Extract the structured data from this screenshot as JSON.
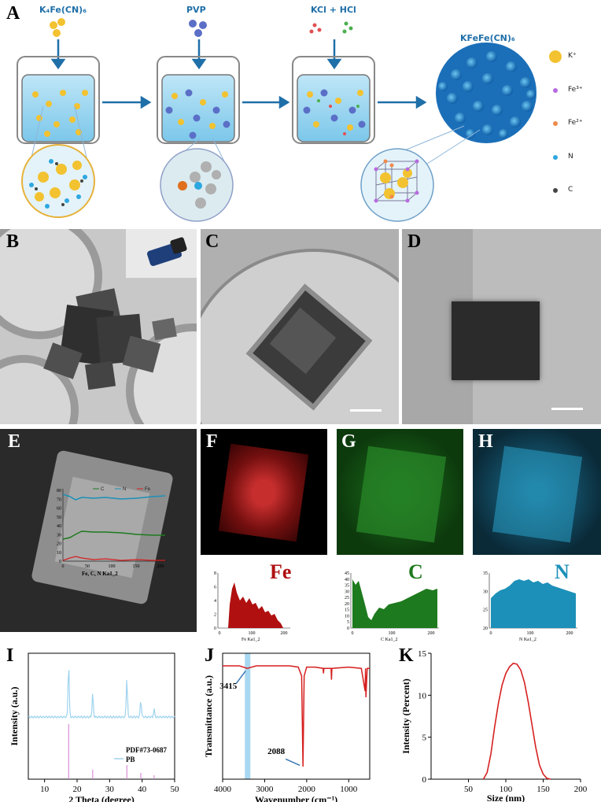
{
  "panels": {
    "A": "A",
    "B": "B",
    "C": "C",
    "D": "D",
    "E": "E",
    "F": "F",
    "G": "G",
    "H": "H",
    "I": "I",
    "J": "J",
    "K": "K"
  },
  "scheme": {
    "reagent1": "K₄Fe(CN)₆",
    "reagent2": "PVP",
    "reagent3": "KCl + HCl",
    "product": "KFeFe(CN)₆",
    "legend": [
      {
        "label": "K⁺",
        "color": "#f2c230"
      },
      {
        "label": "Fe³⁺",
        "color": "#b76be0"
      },
      {
        "label": "Fe²⁺",
        "color": "#f08a4b"
      },
      {
        "label": "N",
        "color": "#2ea7e0"
      },
      {
        "label": "C",
        "color": "#444444"
      }
    ]
  },
  "panel_E": {
    "legend": [
      "C",
      "N",
      "Fe"
    ],
    "xlabel": "Fe, C, N Ka1_2",
    "yticks": [
      "80",
      "70",
      "60",
      "50",
      "40",
      "30",
      "20",
      "10",
      "0"
    ],
    "xticks": [
      "0",
      "50",
      "100",
      "150",
      "200"
    ]
  },
  "eds": {
    "F": {
      "element": "Fe",
      "color": "#b01010",
      "xlabel": "Fe Ka1_2",
      "yticks": [
        "8",
        "6",
        "4",
        "2",
        "0"
      ],
      "xticks": [
        "0",
        "100",
        "200"
      ]
    },
    "G": {
      "element": "C",
      "color": "#1e7a1e",
      "xlabel": "C Ka1_2",
      "yticks": [
        "45",
        "40",
        "35",
        "30",
        "25",
        "20",
        "15",
        "10",
        "5",
        "0"
      ],
      "xticks": [
        "0",
        "100",
        "200"
      ]
    },
    "H": {
      "element": "N",
      "color": "#1c90b8",
      "xlabel": "N Ka1_2",
      "yticks": [
        "35",
        "30",
        "25",
        "20"
      ],
      "xticks": [
        "0",
        "100",
        "200"
      ]
    }
  },
  "chart_data": [
    {
      "type": "line",
      "panel": "I",
      "xlabel": "2 Theta (degree)",
      "ylabel": "Intensity (a.u.)",
      "xlim": [
        5,
        50
      ],
      "xticks": [
        10,
        20,
        30,
        40,
        50
      ],
      "series": [
        {
          "name": "PB",
          "color": "#9ed3ee",
          "peaks": [
            17.4,
            24.8,
            35.3,
            39.6,
            43.7
          ]
        },
        {
          "name": "PDF#73-0687",
          "color": "#d27ad2",
          "peaks": [
            17.4,
            24.8,
            35.3,
            39.6,
            43.7
          ]
        }
      ]
    },
    {
      "type": "line",
      "panel": "J",
      "xlabel": "Wavenumber (cm⁻¹)",
      "ylabel": "Transmittance (a.u.)",
      "xlim": [
        4000,
        500
      ],
      "xticks": [
        4000,
        3000,
        2000,
        1000
      ],
      "annotations": [
        {
          "text": "3415",
          "x": 3415
        },
        {
          "text": "2088",
          "x": 2088
        }
      ],
      "series": [
        {
          "color": "#d62020",
          "x": [
            4000,
            3600,
            3415,
            3200,
            2400,
            2200,
            2120,
            2088,
            2060,
            2000,
            1800,
            1610,
            1600,
            1590,
            1420,
            1410,
            1400,
            1000,
            700,
            610,
            600,
            590,
            560,
            500
          ],
          "y": [
            0.9,
            0.9,
            0.88,
            0.9,
            0.9,
            0.89,
            0.82,
            0.1,
            0.82,
            0.89,
            0.89,
            0.88,
            0.84,
            0.88,
            0.88,
            0.79,
            0.88,
            0.89,
            0.88,
            0.7,
            0.88,
            0.65,
            0.88,
            0.88
          ]
        }
      ]
    },
    {
      "type": "line",
      "panel": "K",
      "xlabel": "Size (nm)",
      "ylabel": "Intensity (Percent)",
      "xlim": [
        0,
        200
      ],
      "ylim": [
        0,
        15
      ],
      "xticks": [
        50,
        100,
        150,
        200
      ],
      "yticks": [
        0,
        5,
        10,
        15
      ],
      "series": [
        {
          "color": "#d62020",
          "x": [
            70,
            75,
            80,
            85,
            90,
            95,
            100,
            105,
            110,
            115,
            120,
            125,
            130,
            135,
            140,
            145,
            150,
            155,
            160
          ],
          "y": [
            0,
            0.8,
            3.0,
            6.2,
            9.0,
            11.2,
            12.6,
            13.4,
            13.8,
            13.7,
            13.0,
            11.5,
            9.2,
            6.5,
            3.8,
            1.7,
            0.6,
            0.1,
            0
          ]
        }
      ]
    }
  ]
}
